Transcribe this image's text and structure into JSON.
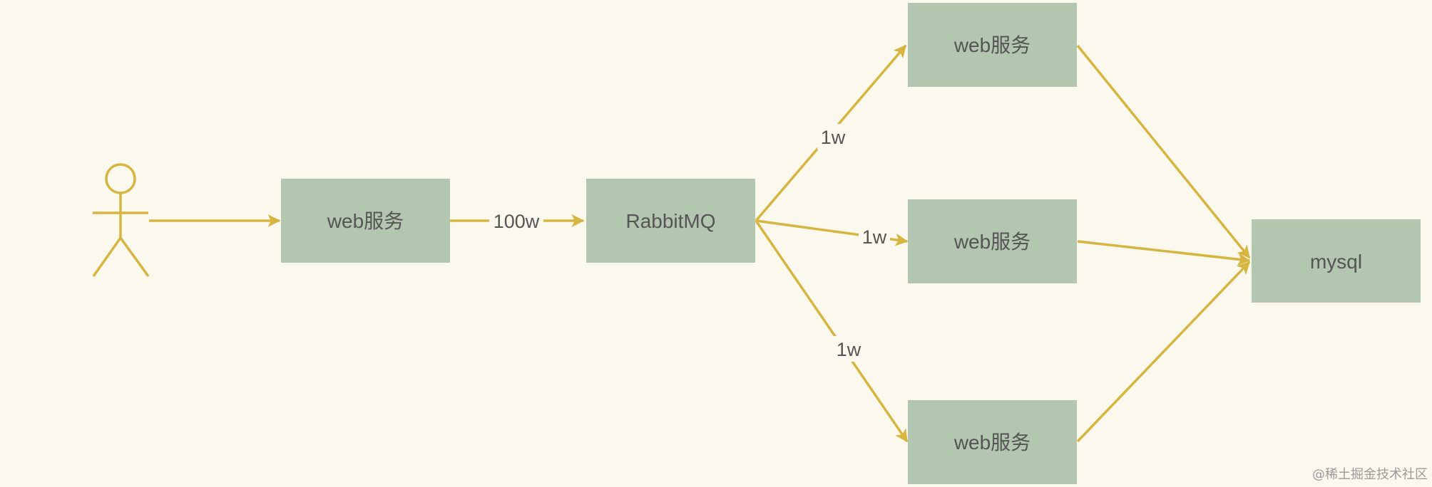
{
  "colors": {
    "background": "#fbf8ee",
    "node_fill": "#b3c6b0",
    "edge": "#d6b540",
    "text": "#555555",
    "actor_head_fill": "#f7eccb"
  },
  "nodes": {
    "web_entry": {
      "label": "web服务"
    },
    "rabbitmq": {
      "label": "RabbitMQ"
    },
    "web_top": {
      "label": "web服务"
    },
    "web_middle": {
      "label": "web服务"
    },
    "web_bottom": {
      "label": "web服务"
    },
    "mysql": {
      "label": "mysql"
    }
  },
  "edges": {
    "entry_to_mq": {
      "label": "100w"
    },
    "mq_to_top": {
      "label": "1w"
    },
    "mq_to_middle": {
      "label": "1w"
    },
    "mq_to_bottom": {
      "label": "1w"
    }
  },
  "actor": {
    "icon": "stick-figure-user-icon"
  },
  "watermark": "@稀土掘金技术社区"
}
